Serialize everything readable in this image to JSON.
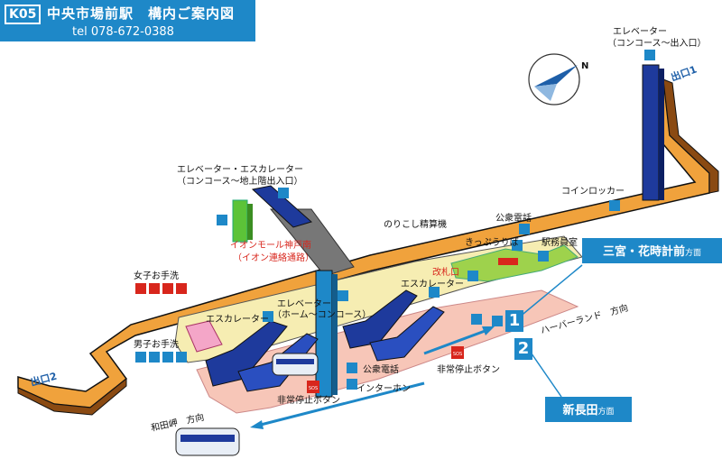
{
  "header": {
    "code": "K05",
    "title": "中央市場前駅　構内ご案内図",
    "tel": "tel 078-672-0388"
  },
  "compass": {
    "label": "N"
  },
  "labels": {
    "elevator_exit1_line1": "エレベーター",
    "elevator_exit1_line2": "（コンコース〜出入口）",
    "exit1": "出口1",
    "exit2": "出口2",
    "elev_esc_ground_line1": "エレベーター・エスカレーター",
    "elev_esc_ground_line2": "（コンコース〜地上階出入口）",
    "aeon_line1": "イオンモール神戸南",
    "aeon_line2": "（イオン連絡通路）",
    "coin_locker": "コインロッカー",
    "public_phone_top": "公衆電話",
    "fare_adjust": "のりこし精算機",
    "ticket_machine": "きっぷうりば",
    "station_office": "駅務員室",
    "ticket_gate": "改札口",
    "escalator_right": "エスカレーター",
    "elevator_platform_line1": "エレベーター",
    "elevator_platform_line2": "（ホーム〜コンコース）",
    "escalator_left": "エスカレーター",
    "womens_restroom": "女子お手洗",
    "mens_restroom": "男子お手洗",
    "public_phone_bottom": "公衆電話",
    "emergency_right": "非常停止ボタン",
    "emergency_left": "非常停止ボタン",
    "intercom": "インターホン",
    "harborland": "ハーバーランド　方向",
    "wadamisaki": "和田岬　方向",
    "sos": "SOS"
  },
  "directions": {
    "track1_name": "三宮・花時計前",
    "track1_suffix": "方面",
    "track2_name": "新長田",
    "track2_suffix": "方面"
  },
  "platforms": {
    "track1": "1",
    "track2": "2"
  },
  "colors": {
    "accent_blue": "#1e88c8",
    "corridor_orange": "#f0a23c",
    "concourse_yellow": "#f6edb2",
    "platform_pink": "#f7c6b8",
    "escalator_blue": "#1e3a9c",
    "elevator_green": "#5cc338",
    "gate_green": "#9ed24c",
    "restroom_pink": "#f4a6c8"
  }
}
